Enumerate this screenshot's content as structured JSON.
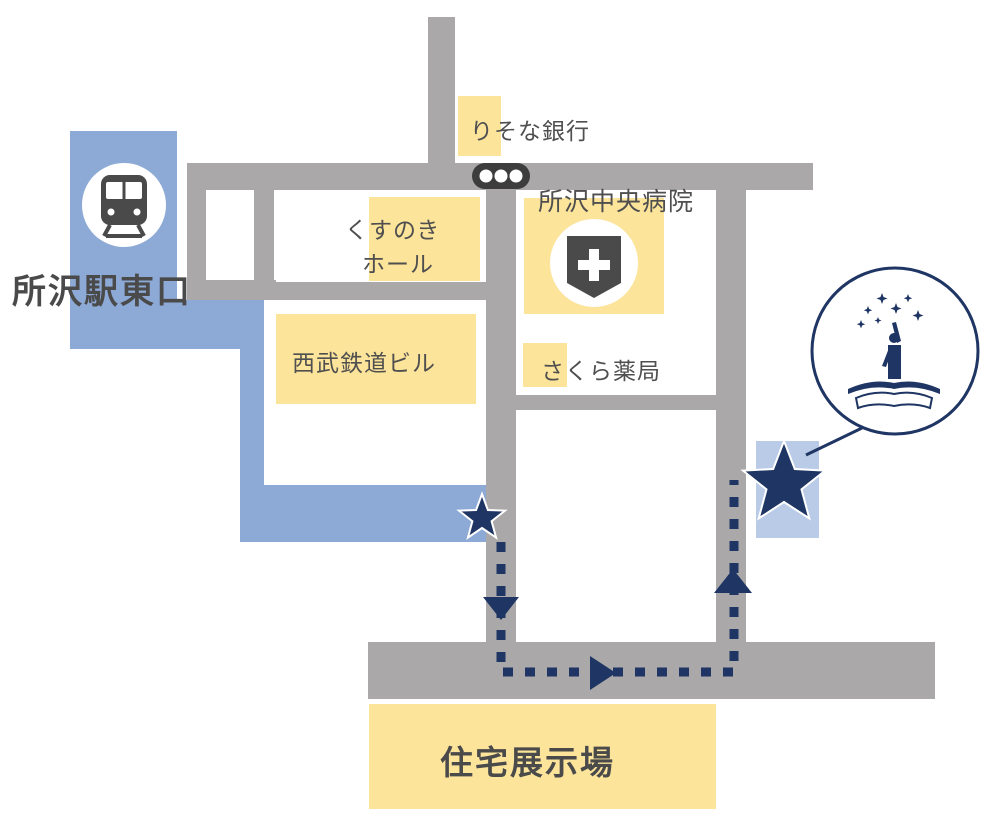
{
  "labels": {
    "station": "所沢駅東口",
    "bank": "りそな銀行",
    "hospital": "所沢中央病院",
    "hall_line1": "くすのき",
    "hall_line2": "ホール",
    "building": "西武鉄道ビル",
    "pharmacy": "さくら薬局",
    "showroom": "住宅展示場"
  },
  "icons": {
    "station": "train-icon",
    "hospital": "hospital-cross-icon",
    "signal": "traffic-light-icon",
    "landmark": "statue-emblem-icon",
    "marker": "star-marker-icon"
  },
  "colors": {
    "road": "#aaa8a8",
    "station_area": "#8da9d6",
    "destination_area": "#b9cbe6",
    "building": "#fce49b",
    "route": "#1f3563",
    "text": "#4f4f4f"
  }
}
